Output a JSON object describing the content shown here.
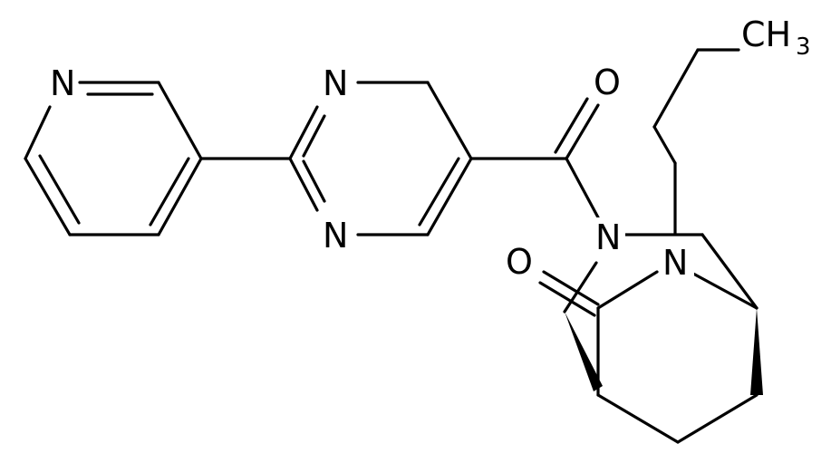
{
  "atoms": {
    "n_pyridine": "N",
    "n_pyrimidine_top": "N",
    "n_pyrimidine_bottom": "N",
    "o_amide": "O",
    "n_amide": "N",
    "n_bridge": "N",
    "o_lactam": "O",
    "ch3_main": "CH",
    "ch3_sub": "3"
  }
}
